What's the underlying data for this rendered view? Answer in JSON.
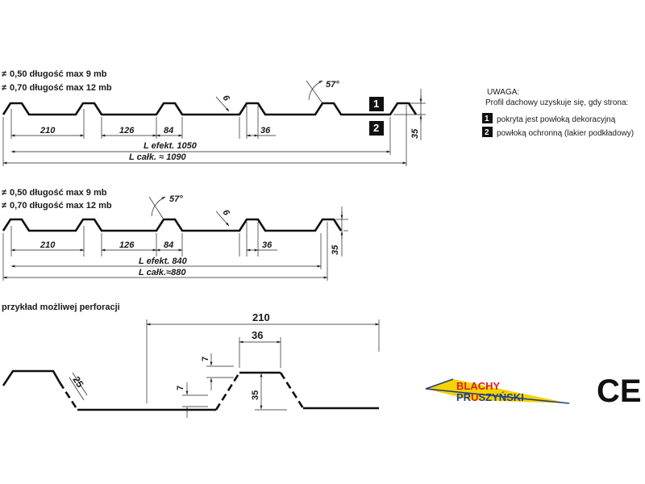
{
  "profile1": {
    "thickness_lines": [
      {
        "symbol": "≠",
        "text": "0,50   długość max 9 mb"
      },
      {
        "symbol": "≠",
        "text": "0,70   długość max 12 mb"
      }
    ],
    "angle": "57°",
    "bend_label": "6",
    "dims": {
      "d210": "210",
      "d126": "126",
      "d84": "84",
      "d36": "36",
      "d35": "35"
    },
    "l_efekt": "L efekt. 1050",
    "l_calk": "L całk. ≈ 1090",
    "side_markers": [
      "1",
      "2"
    ]
  },
  "profile2": {
    "thickness_lines": [
      {
        "symbol": "≠",
        "text": "0,50   długość max 9 mb"
      },
      {
        "symbol": "≠",
        "text": "0,70   długość max 12 mb"
      }
    ],
    "angle": "57°",
    "bend_label": "6",
    "dims": {
      "d210": "210",
      "d126": "126",
      "d84": "84",
      "d36": "36",
      "d35": "35"
    },
    "l_efekt": "L efekt. 840",
    "l_calk": "L całk.≈880"
  },
  "note": {
    "title": "UWAGA:",
    "subtitle": "Profil dachowy uzyskuje się, gdy strona:",
    "items": [
      {
        "num": "1",
        "text": "pokryta jest powłoką dekoracyjną"
      },
      {
        "num": "2",
        "text": "powłoką ochronną (lakier podkładowy)"
      }
    ]
  },
  "perforation": {
    "title": "przykład możliwej perforacji",
    "dims": {
      "d210": "210",
      "d36": "36",
      "d25": "25",
      "d7a": "7",
      "d7b": "7",
      "d35": "35"
    }
  },
  "logo": {
    "line1": "BLACHY",
    "line2_a": "PR",
    "line2_b": "U",
    "line2_c": "SZYŃSKI"
  },
  "ce_mark": "CE"
}
